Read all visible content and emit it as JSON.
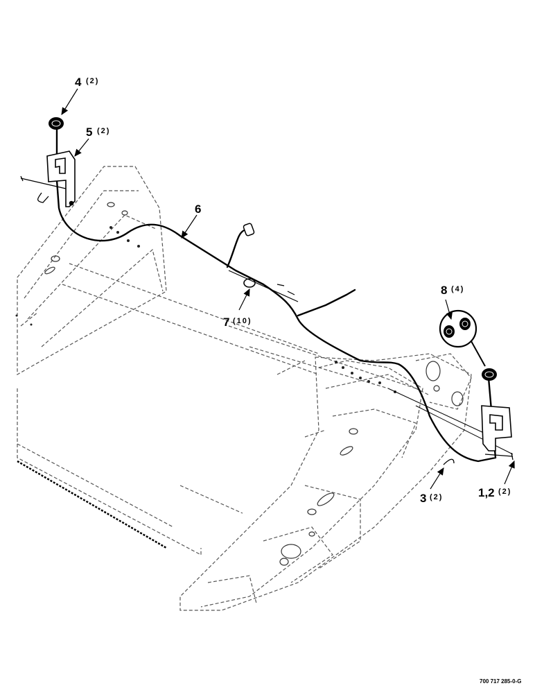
{
  "diagram": {
    "callouts": [
      {
        "id": "c4",
        "number": "4",
        "qty": "(2)"
      },
      {
        "id": "c5",
        "number": "5",
        "qty": "(2)"
      },
      {
        "id": "c6",
        "number": "6",
        "qty": ""
      },
      {
        "id": "c7",
        "number": "7",
        "qty": "(10)"
      },
      {
        "id": "c8",
        "number": "8",
        "qty": "(4)"
      },
      {
        "id": "c3",
        "number": "3",
        "qty": "(2)"
      },
      {
        "id": "c12",
        "number": "1,2",
        "qty": "(2)"
      }
    ],
    "part_code": "700 717 285-0-G"
  }
}
